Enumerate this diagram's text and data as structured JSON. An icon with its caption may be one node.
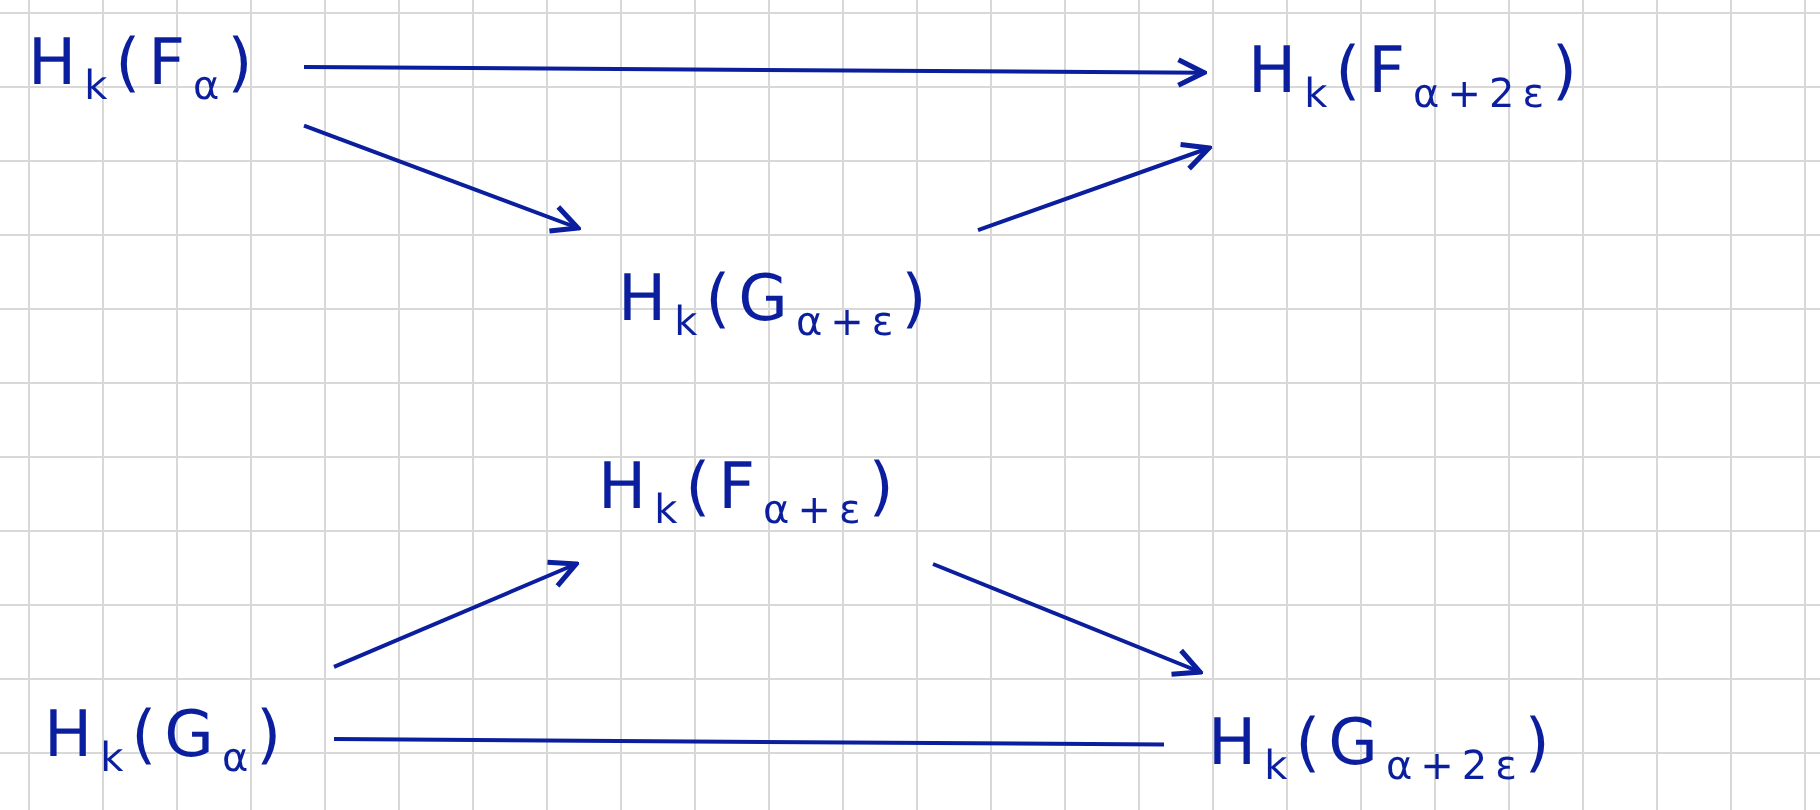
{
  "diagram": {
    "nodes": [
      {
        "text": [
          "H$_{k}$(F$_{α}$)"
        ]
      },
      {
        "text": [
          "H$_{k}$(F$_{α+2ε}$)"
        ]
      },
      {
        "text": [
          "H$_{k}$(G$_{α+ε}$)"
        ]
      },
      {
        "text": [
          "H$_{k}$(F$_{α+ε}$)"
        ]
      },
      {
        "text": [
          "H$_{k}$(G$_{α}$)"
        ]
      },
      {
        "text": [
          "H$_{k}$(G$_{α+2ε}$)"
        ]
      }
    ],
    "edges": [
      {
        "from": 0,
        "to": 1,
        "arrow": "to"
      },
      {
        "from": 0,
        "to": 2,
        "arrow": "to"
      },
      {
        "from": 2,
        "to": 1,
        "arrow": "to"
      },
      {
        "from": 4,
        "to": 3,
        "arrow": "to"
      },
      {
        "from": 3,
        "to": 5,
        "arrow": "to"
      },
      {
        "from": 4,
        "to": 5,
        "arrow": "none"
      }
    ]
  }
}
